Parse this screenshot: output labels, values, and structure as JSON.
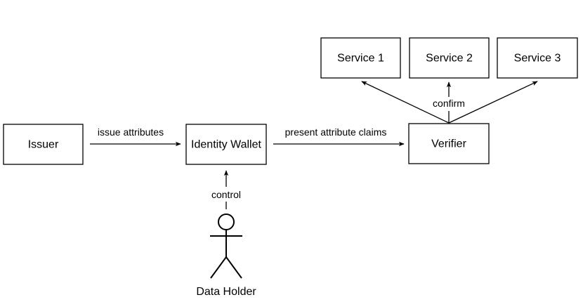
{
  "nodes": {
    "issuer": "Issuer",
    "identity_wallet": "Identity Wallet",
    "verifier": "Verifier",
    "service_1": "Service 1",
    "service_2": "Service 2",
    "service_3": "Service 3"
  },
  "actor": {
    "label": "Data Holder"
  },
  "edges": {
    "issue": "issue attributes",
    "present": "present attribute claims",
    "confirm": "confirm",
    "control": "control"
  },
  "colors": {
    "stroke": "#000000",
    "fill": "#ffffff",
    "text": "#000000"
  }
}
